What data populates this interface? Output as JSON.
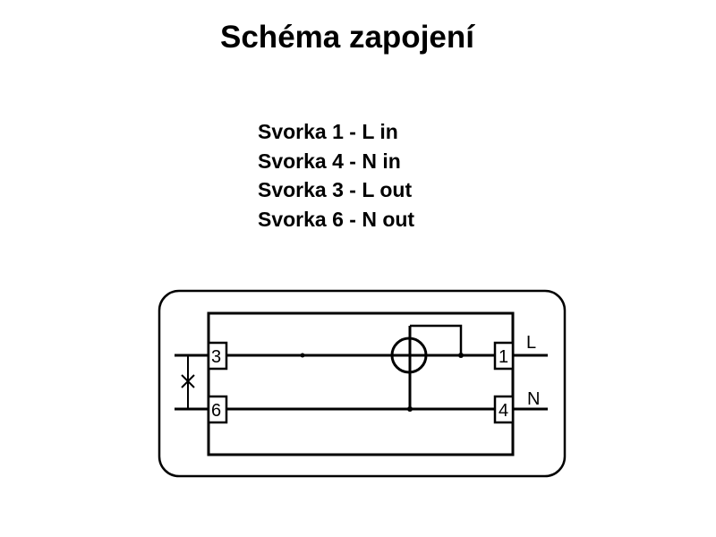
{
  "title": "Schéma zapojení",
  "terminals_text": [
    "Svorka 1 - L in",
    "Svorka 4 - N in",
    "Svorka 3 - L out",
    "Svorka 6 - N out"
  ],
  "diagram": {
    "terminals": {
      "t3": "3",
      "t6": "6",
      "t1": "1",
      "t4": "4"
    },
    "labels": {
      "live": "L",
      "neutral": "N"
    }
  }
}
